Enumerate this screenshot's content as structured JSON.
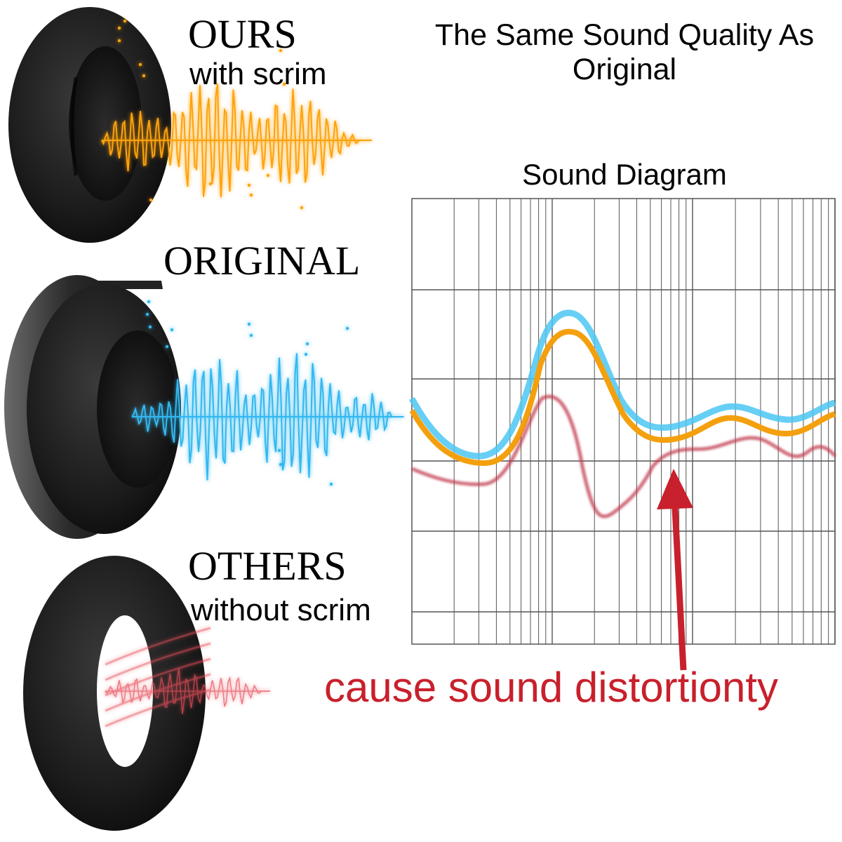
{
  "labels": {
    "ours_title": "OURS",
    "ours_subtitle": "with scrim",
    "original_title": "ORIGINAL",
    "others_title": "OTHERS",
    "others_subtitle": "without scrim",
    "headline": "The Same Sound Quality As Original",
    "diagram_title": "Sound Diagram",
    "distortion_note": "cause sound distortionty"
  },
  "colors": {
    "ours_wave": "#ffa20c",
    "original_wave": "#32b8f0",
    "others_wave": "#e02a3a",
    "arrow": "#c8202c",
    "grid": "#555555",
    "pad": "#1c1c1c"
  },
  "icons": {
    "pads": [
      "velvet-earpad-icon",
      "original-earpad-icon",
      "flat-earpad-icon"
    ],
    "arrow": "up-arrow-icon"
  }
}
